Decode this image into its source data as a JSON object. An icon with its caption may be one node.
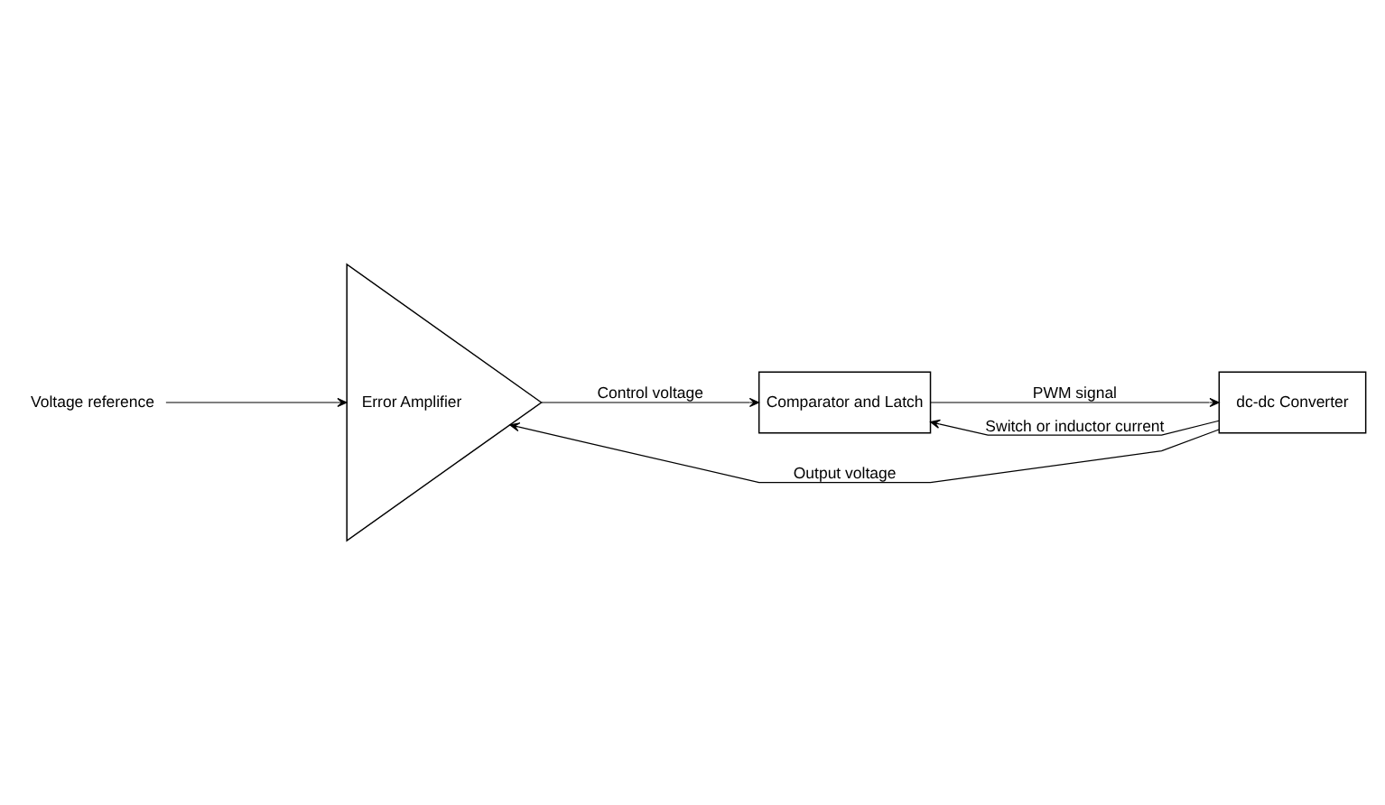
{
  "diagram": {
    "nodes": [
      {
        "text": [
          "Voltage reference"
        ]
      },
      {
        "text": [
          "Error Amplifier"
        ]
      },
      {
        "text": [
          "Comparator and Latch"
        ]
      },
      {
        "text": [
          "dc-dc Converter"
        ]
      }
    ],
    "edges": [
      {
        "from": 0,
        "to": 1,
        "arrow": "to"
      },
      {
        "from": 1,
        "to": 2,
        "arrow": "to",
        "label": "Control voltage"
      },
      {
        "from": 2,
        "to": 3,
        "arrow": "to",
        "label": "PWM signal"
      },
      {
        "from": 3,
        "to": 2,
        "arrow": "to",
        "label": "Switch or inductor current"
      },
      {
        "from": 3,
        "to": 1,
        "arrow": "to",
        "label": "Output voltage"
      }
    ]
  }
}
